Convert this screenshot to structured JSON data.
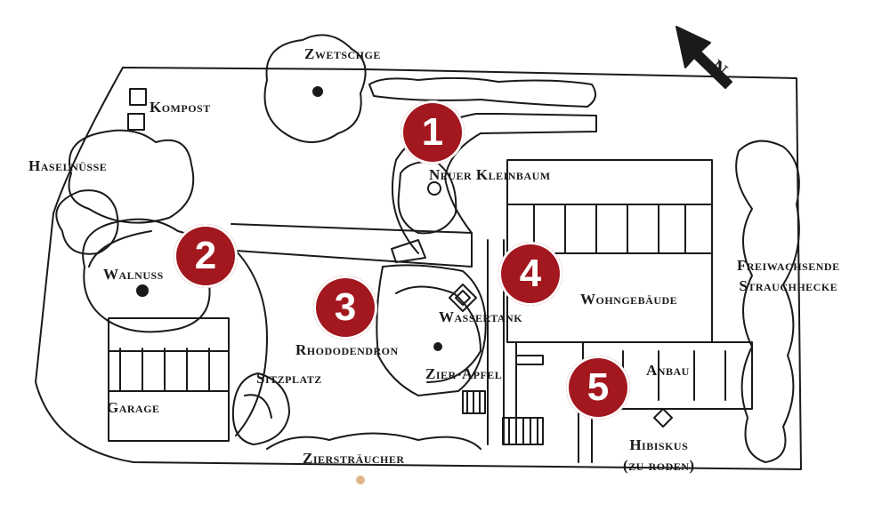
{
  "labels": {
    "zwetschge": "Zwetschge",
    "kompost": "Kompost",
    "haselnuesse": "Haselnüsse",
    "neuer_kleinbaum": "Neuer Kleinbaum",
    "walnuss": "Walnuss",
    "rhododendron": "Rhododendron",
    "wassertank": "Wassertank",
    "zier_apfel": "Zier-Apfel",
    "wohngebaeude": "Wohngebäude",
    "freiwachsende": "Freiwachsende",
    "strauchhecke": "Strauchhecke",
    "sitzplatz": "Sitzplatz",
    "garage": "Garage",
    "anbau": "Anbau",
    "hibiskus": "Hibiskus",
    "zu_roden": "(zu roden)",
    "ziersteraeucher": "Ziersträucher",
    "north": "N"
  },
  "markers": [
    "1",
    "2",
    "3",
    "4",
    "5"
  ],
  "colors": {
    "marker": "#a3171f",
    "ink": "#1a1a1a"
  }
}
